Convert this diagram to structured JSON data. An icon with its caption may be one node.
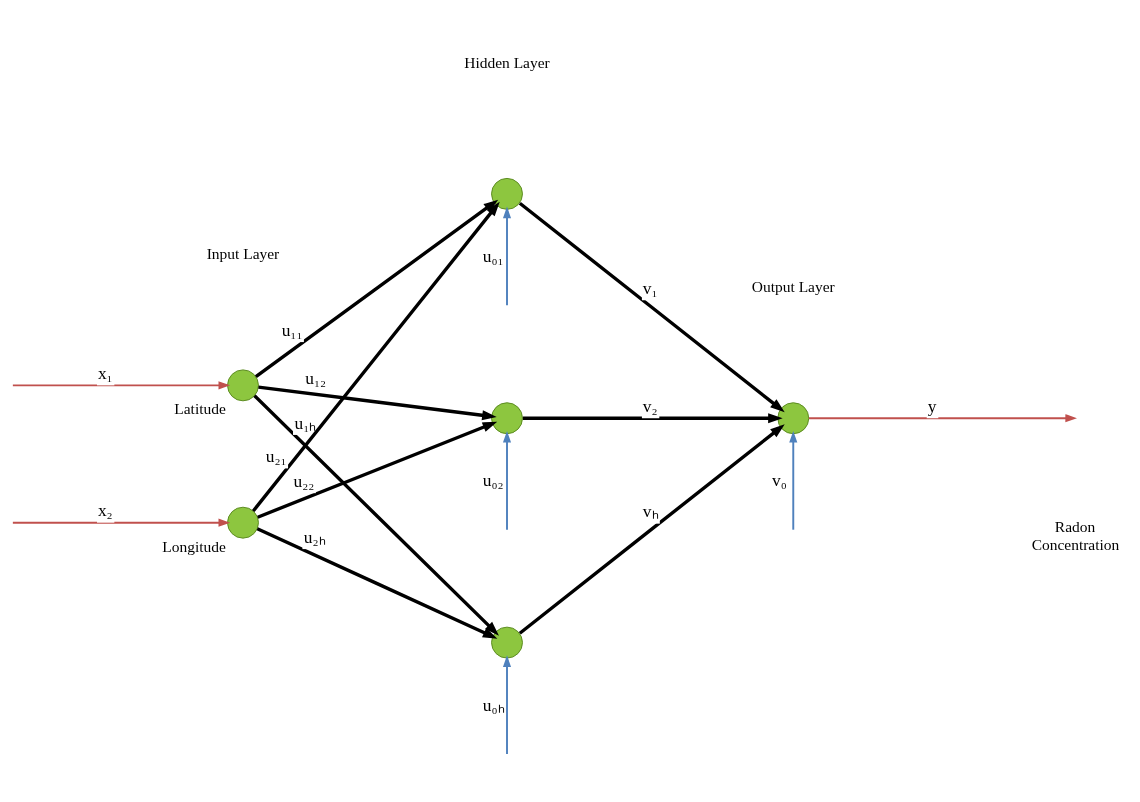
{
  "diagram": {
    "nodes": [
      {
        "text": [],
        "shape": "circle",
        "beside": [
          "Latitude"
        ]
      },
      {
        "text": [],
        "shape": "circle",
        "beside": [
          "Longitude"
        ]
      },
      {
        "text": [],
        "shape": "circle"
      },
      {
        "text": [],
        "shape": "circle"
      },
      {
        "text": [],
        "shape": "circle"
      },
      {
        "text": [],
        "shape": "circle"
      }
    ],
    "edges": [
      {
        "from": null,
        "to": 0,
        "arrow": "to",
        "label": "x₁",
        "color": "#c0504d"
      },
      {
        "from": null,
        "to": 1,
        "arrow": "to",
        "label": "x₂",
        "color": "#c0504d"
      },
      {
        "from": 0,
        "to": 2,
        "arrow": "to",
        "label": "u₁₁"
      },
      {
        "from": 0,
        "to": 3,
        "arrow": "to",
        "label": "u₁₂"
      },
      {
        "from": 0,
        "to": 4,
        "arrow": "to",
        "label": "u₁ₕ"
      },
      {
        "from": 1,
        "to": 2,
        "arrow": "to",
        "label": "u₂₁"
      },
      {
        "from": 1,
        "to": 3,
        "arrow": "to",
        "label": "u₂₂"
      },
      {
        "from": 1,
        "to": 4,
        "arrow": "to",
        "label": "u₂ₕ"
      },
      {
        "from": null,
        "to": 2,
        "arrow": "to",
        "label": "u₀₁",
        "color": "#4f81bd"
      },
      {
        "from": null,
        "to": 3,
        "arrow": "to",
        "label": "u₀₂",
        "color": "#4f81bd"
      },
      {
        "from": null,
        "to": 4,
        "arrow": "to",
        "label": "u₀ₕ",
        "color": "#4f81bd"
      },
      {
        "from": 2,
        "to": 5,
        "arrow": "to",
        "label": "v₁"
      },
      {
        "from": 3,
        "to": 5,
        "arrow": "to",
        "label": "v₂"
      },
      {
        "from": 4,
        "to": 5,
        "arrow": "to",
        "label": "vₕ"
      },
      {
        "from": 5,
        "to": null,
        "arrow": "to",
        "label": "y",
        "color": "#c0504d"
      },
      {
        "from": null,
        "to": 5,
        "arrow": "to",
        "label": "v₀",
        "color": "#4f81bd"
      }
    ],
    "labels": [
      "Hidden Layer",
      "Input Layer",
      "Output Layer",
      "Radon Concentration"
    ]
  }
}
